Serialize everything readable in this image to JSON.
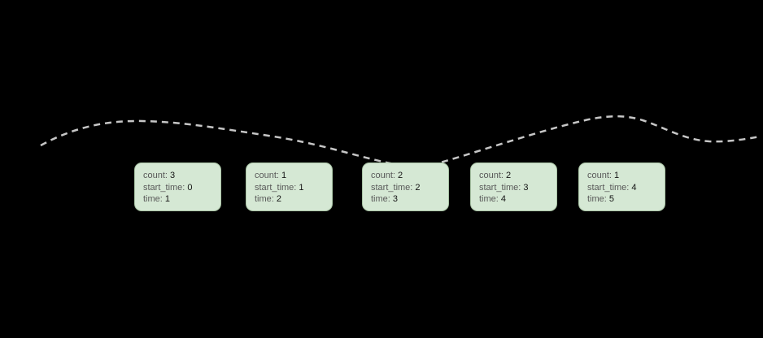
{
  "diagram": {
    "background_color": "#000000",
    "curve": {
      "description": "dashed-trend-curve",
      "color": "#c6c6c6",
      "style": "dashed"
    },
    "node_style": {
      "fill": "#d5e8d4",
      "border": "#a9c4a5",
      "label_color": "#595959",
      "value_color": "#141414"
    },
    "labels": {
      "count": "count:",
      "start_time": "start_time:",
      "time": "time:"
    },
    "nodes": [
      {
        "count": "3",
        "start_time": "0",
        "time": "1"
      },
      {
        "count": "1",
        "start_time": "1",
        "time": "2"
      },
      {
        "count": "2",
        "start_time": "2",
        "time": "3"
      },
      {
        "count": "2",
        "start_time": "3",
        "time": "4"
      },
      {
        "count": "1",
        "start_time": "4",
        "time": "5"
      }
    ]
  }
}
